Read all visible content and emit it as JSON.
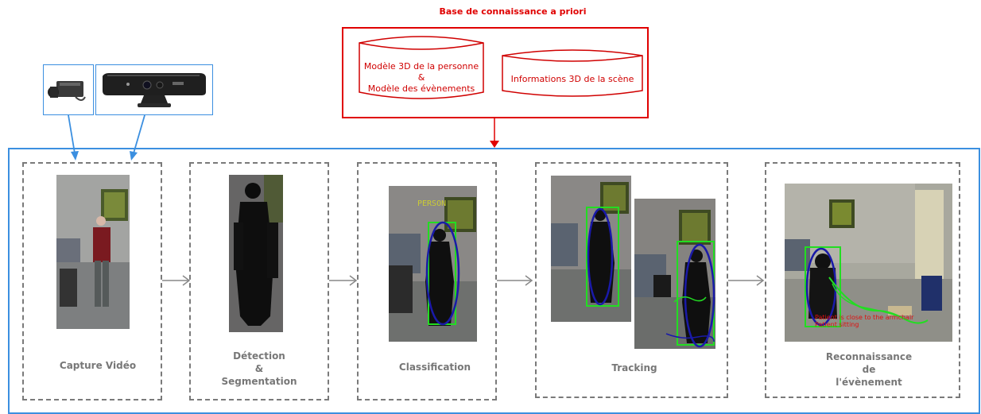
{
  "knowledge_base": {
    "title": "Base de connaissance a priori",
    "db1_line1": "Modèle 3D de la personne",
    "db1_line2": "&",
    "db1_line3": "Modèle des évènements",
    "db2": "Informations 3D de la scène"
  },
  "stages": {
    "capture": "Capture Vidéo",
    "detection_line1": "Détection",
    "detection_line2": "&",
    "detection_line3": "Segmentation",
    "classification": "Classification",
    "tracking": "Tracking",
    "recognition_line1": "Reconnaissance",
    "recognition_line2": "de",
    "recognition_line3": "l'évènement"
  },
  "overlays": {
    "person_label": "PERSON",
    "event_line1": "Patient is close to the armchair",
    "event_line2": "Patient sitting"
  },
  "colors": {
    "knowledge_red": "#e00000",
    "pipeline_blue": "#3b8fe0",
    "stage_gray": "#777777",
    "bbox_green": "#22dd22",
    "ellipse_blue": "#1a1aa8",
    "label_yellow": "#cccc33"
  },
  "icons": [
    "ip-camera-icon",
    "kinect-sensor-icon",
    "database-cylinder-icon",
    "arrow-right-icon",
    "arrow-down-icon"
  ]
}
